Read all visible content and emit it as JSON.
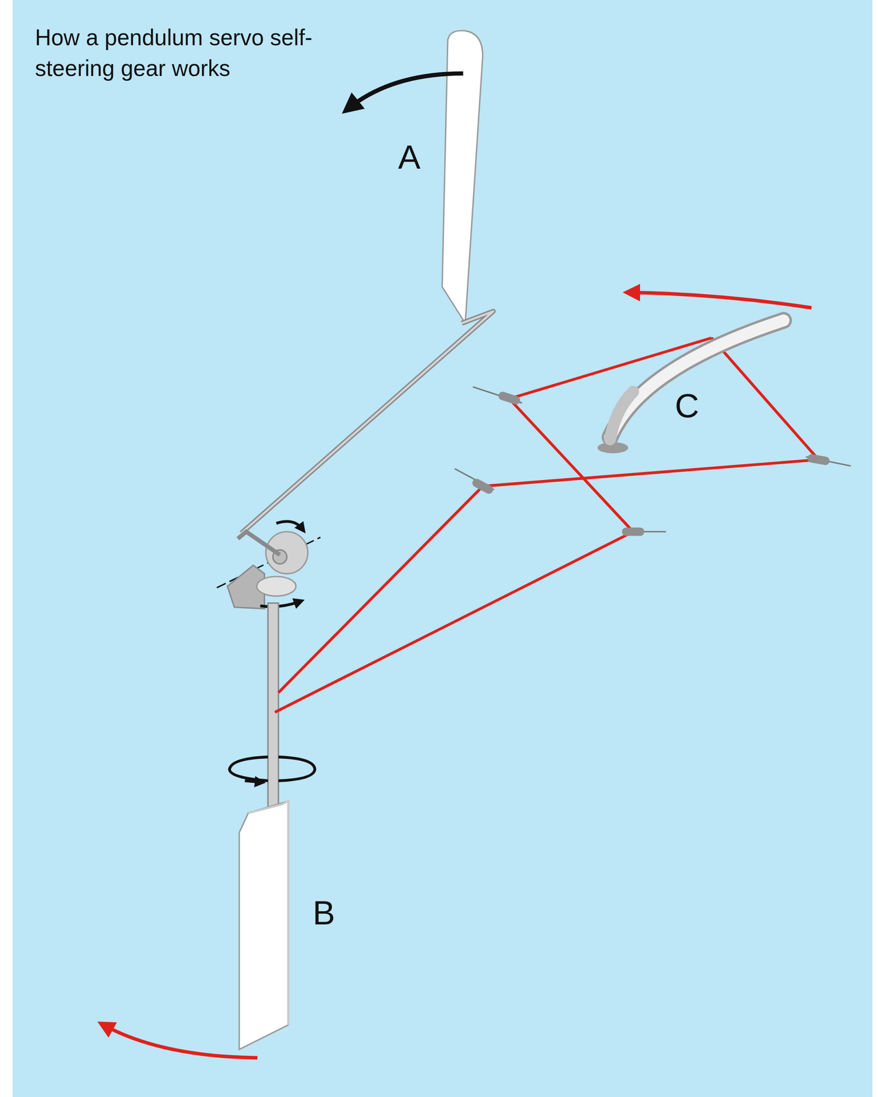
{
  "diagram": {
    "title": "How a pendulum servo self-steering gear works",
    "labels": [
      "A",
      "B",
      "C"
    ]
  }
}
